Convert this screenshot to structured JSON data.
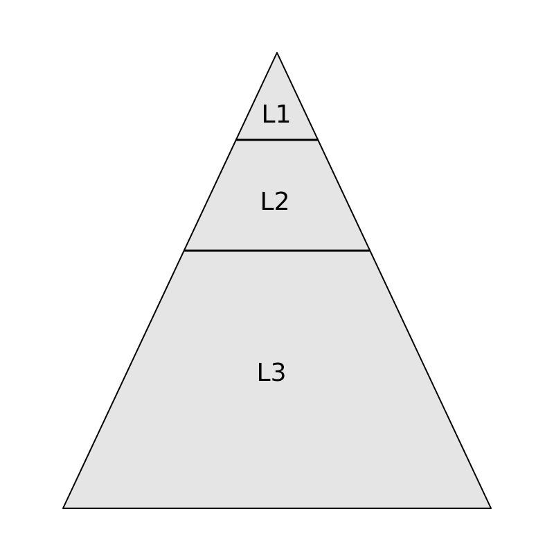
{
  "diagram": {
    "type": "pyramid",
    "fill_color": "#e5e5e5",
    "stroke_color": "#000000",
    "levels": [
      {
        "label": "L1"
      },
      {
        "label": "L2"
      },
      {
        "label": "L3"
      }
    ]
  }
}
